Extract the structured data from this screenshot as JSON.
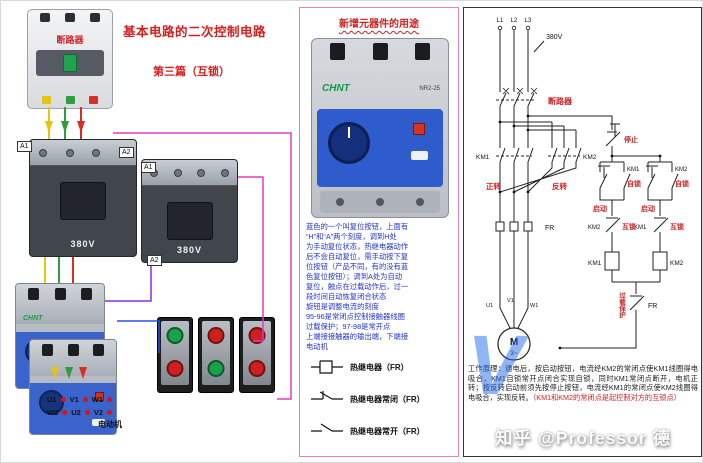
{
  "header": {
    "title": "基本电路的二次控制电路",
    "subtitle": "第三篇（互锁）"
  },
  "left": {
    "breaker_label": "断路器",
    "voltage1": "380V",
    "voltage2": "380V",
    "brand": "CHNT",
    "wire_tags": [
      "A1",
      "A2",
      "A1",
      "A2"
    ],
    "motor_row1": [
      "U1",
      "V1",
      "W1"
    ],
    "motor_row2": [
      "W2",
      "U2",
      "V2"
    ],
    "motor_label": "电动机"
  },
  "middle": {
    "title": "新增元器件的用途",
    "brand": "CHNT",
    "model": "NR2-25",
    "description": "蓝色的一个叫复位按钮，上面有\n“H”和“A”两个刻度，调到H处\n为手动复位状态，热继电器动作\n后不会自动复位，需手动按下复\n位按钮（产品不同，有的没有蓝\n色复位按钮）；调到A处为自动\n复位，触点在过载动作后，过一\n段时间自动恢复闭合状态\n旋钮是调整电流的刻度\n95-96是常闭点控制接触器线圈\n过载保护；97-98是常开点\n上端接接触器的输出端，下端接\n电动机",
    "symbols": [
      {
        "label": "热继电器（FR）"
      },
      {
        "label": "热继电器常闭（FR）"
      },
      {
        "label": "热继电器常开（FR）"
      }
    ]
  },
  "right": {
    "phases": [
      "L1",
      "L2",
      "L3"
    ],
    "voltage": "380V",
    "breaker": "断路器",
    "km1": "KM1",
    "km2": "KM2",
    "forward": "正转",
    "reverse": "反转",
    "fr": "FR",
    "motor_terminals": [
      "U1",
      "V1",
      "W1"
    ],
    "motor": "M",
    "motor_type": "3~",
    "stop": "停止",
    "start": "启动",
    "selflock": "自锁",
    "interlock": "互锁",
    "overload": "过载保护",
    "principle_black": "工作原理：通电后，按启动按钮，电流经KM2的常闭点使KM1线圈得电吸合，KM1自锁常开点闭合实现自锁，同时KM1常闭点断开，电机正转；按反转启动前须先按停止按钮，电流经KM1的常闭点使KM2线圈得电吸合，实现反转。",
    "principle_red": "（KM1和KM2的常闭点是起控制对方的互锁点）"
  },
  "watermark": {
    "v": "V",
    "zhihu": "知乎 @Professor 德"
  }
}
